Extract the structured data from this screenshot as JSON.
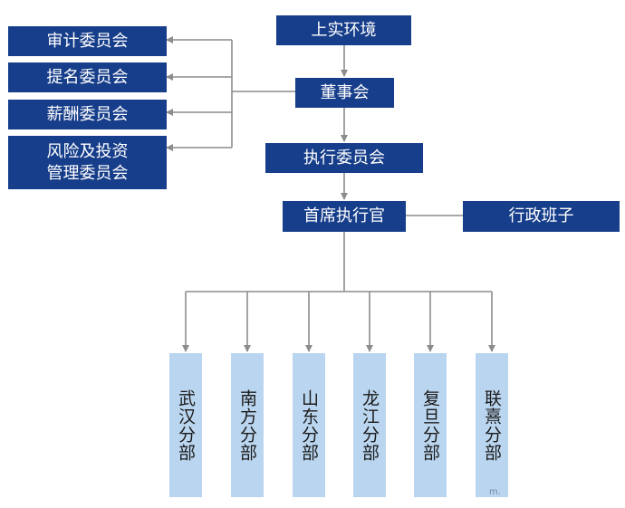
{
  "top": {
    "label": "上实环境"
  },
  "board": {
    "label": "董事会"
  },
  "committees": [
    {
      "label": "审计委员会"
    },
    {
      "label": "提名委员会"
    },
    {
      "label": "薪酬委员会"
    },
    {
      "label": "风险及投资\n管理委员会"
    }
  ],
  "executive_committee": {
    "label": "执行委员会"
  },
  "ceo": {
    "label": "首席执行官"
  },
  "admin_team": {
    "label": "行政班子"
  },
  "branches": [
    {
      "label": "武汉分部"
    },
    {
      "label": "南方分部"
    },
    {
      "label": "山东分部"
    },
    {
      "label": "龙江分部"
    },
    {
      "label": "复旦分部"
    },
    {
      "label": "联熹分部"
    }
  ],
  "watermark": {
    "text": "m."
  },
  "colors": {
    "primary": "#173e8a",
    "branch_fill": "#bad5ef",
    "connector": "#8c8c8c"
  }
}
